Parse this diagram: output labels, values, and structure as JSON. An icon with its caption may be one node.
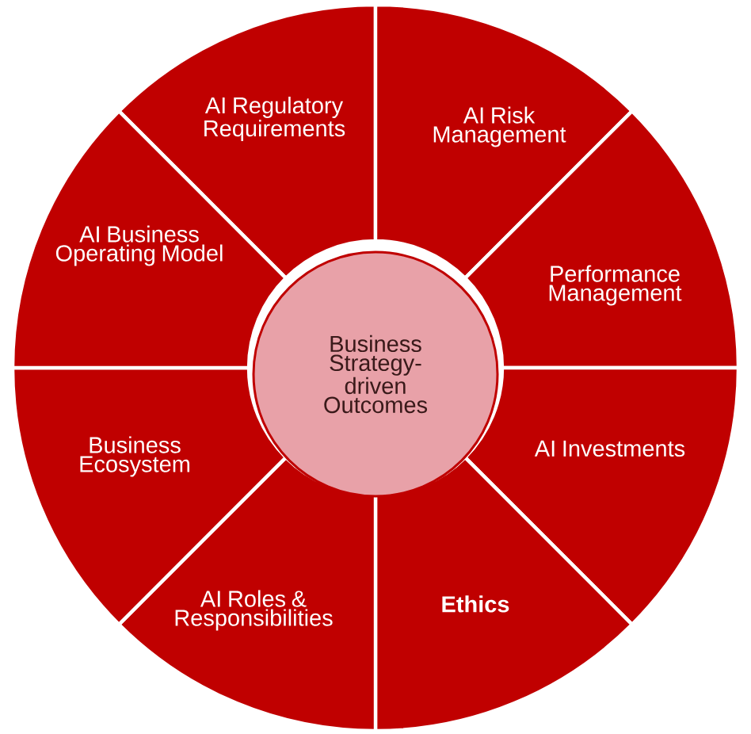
{
  "diagram": {
    "nodes": [
      {
        "text": [
          "AI Regulatory Requirements"
        ]
      },
      {
        "text": [
          "AI Risk Management"
        ]
      },
      {
        "text": [
          "Performance Management"
        ]
      },
      {
        "text": [
          "AI Investments"
        ]
      },
      {
        "text": [
          "Ethics"
        ]
      },
      {
        "text": [
          "AI Roles & Responsibilities"
        ]
      },
      {
        "text": [
          "Business Ecosystem"
        ]
      },
      {
        "text": [
          "AI Business Operating Model"
        ]
      },
      {
        "text": [
          "Business Strategy-driven Outcomes"
        ]
      }
    ]
  }
}
